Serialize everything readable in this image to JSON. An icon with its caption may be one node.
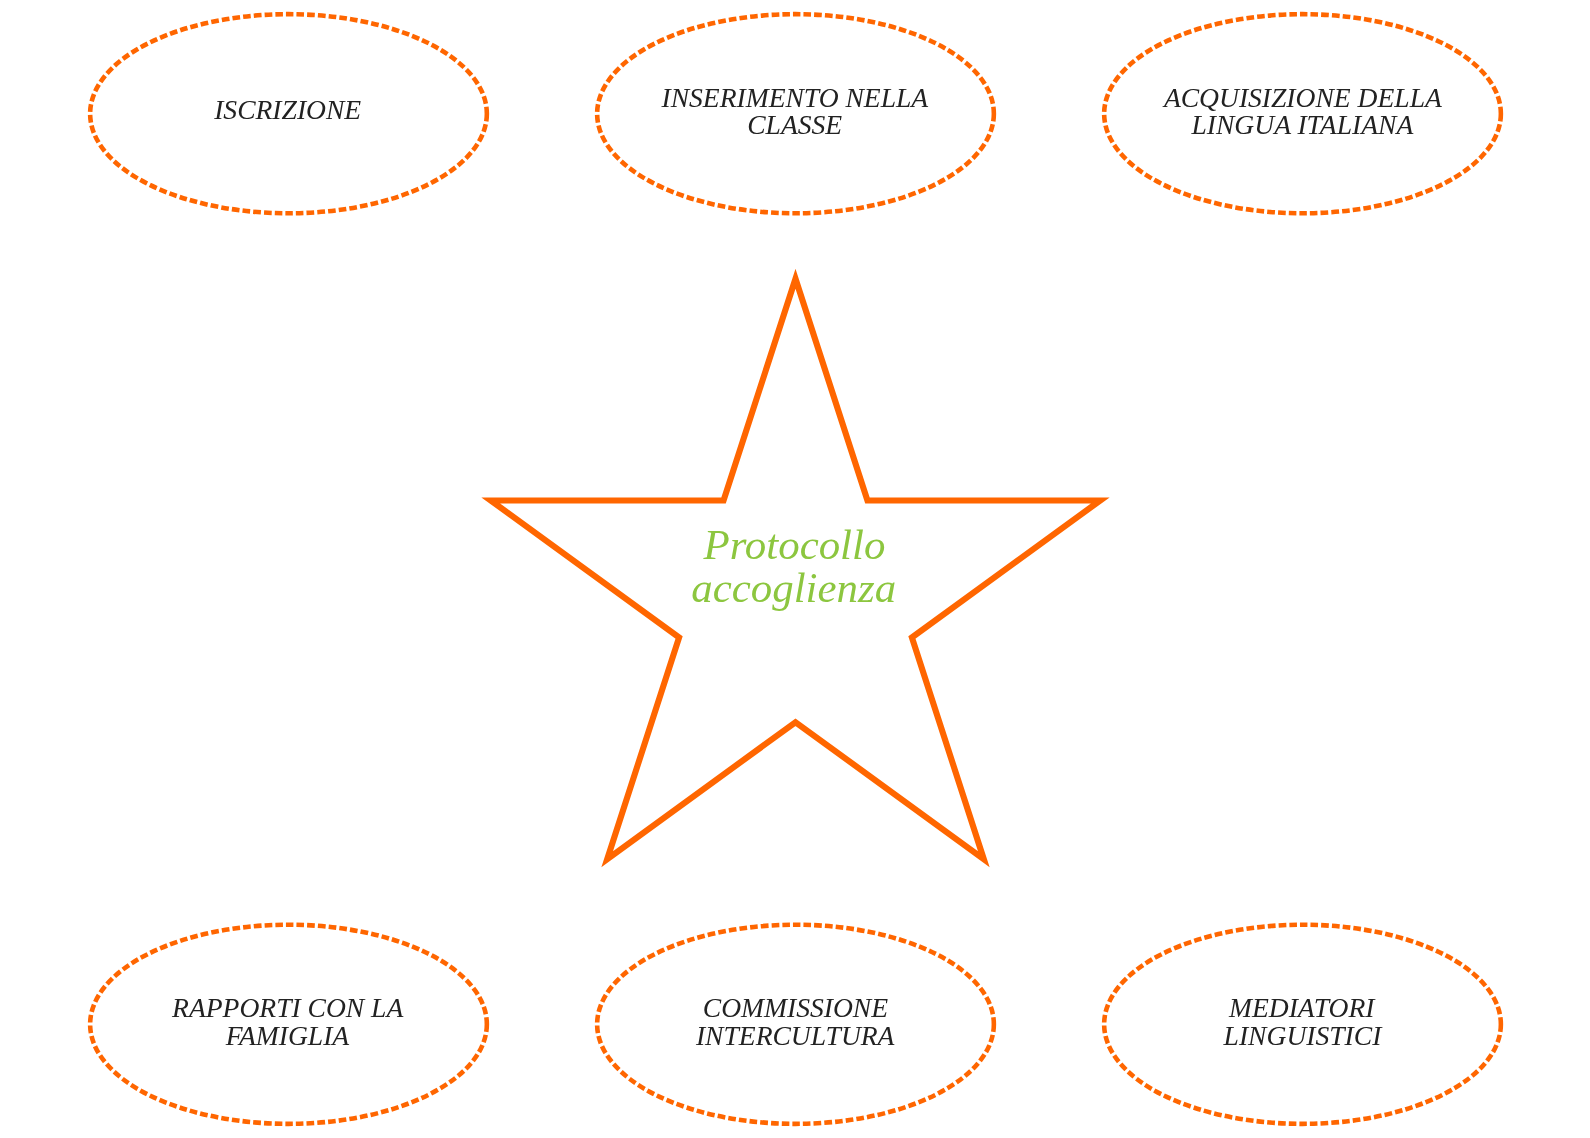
{
  "diagram": {
    "nodes": [
      {
        "text": [
          "INSERIMENTO NELLA CLASSE"
        ]
      },
      {
        "text": [
          "ISCRIZIONE"
        ]
      },
      {
        "text": [
          "ACQUISIZIONE DELLA LINGUA ITALIANA"
        ]
      },
      {
        "text": [
          "Protocollo accoglienza"
        ]
      },
      {
        "text": [
          "MEDIATORI LINGUISTICI"
        ]
      },
      {
        "text": [
          "RAPPORTI CON LA FAMIGLIA"
        ]
      },
      {
        "text": [
          "COMMISSIONE INTERCULTURA"
        ]
      }
    ]
  }
}
